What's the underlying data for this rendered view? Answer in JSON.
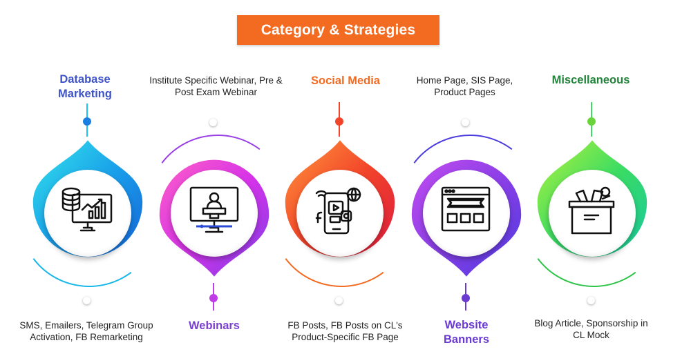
{
  "title": "Category  & Strategies",
  "categories": [
    {
      "heading": "Database Marketing",
      "description": "SMS, Emailers, Telegram Group Activation, FB Remarketing",
      "color": "#3d53c7",
      "icon": "database-analytics-icon"
    },
    {
      "heading": "Webinars",
      "description": "Institute Specific Webinar, Pre & Post Exam Webinar",
      "color": "#7b3fd1",
      "icon": "webinar-presenter-icon"
    },
    {
      "heading": "Social Media",
      "description": "FB Posts, FB Posts on CL's Product-Specific FB Page",
      "color": "#f26b21",
      "icon": "social-media-phone-icon"
    },
    {
      "heading": "Website Banners",
      "description": "Home Page, SIS Page, Product Pages",
      "color": "#6a3ad1",
      "icon": "website-banner-icon"
    },
    {
      "heading": "Miscellaneous",
      "description": "Blog Article, Sponsorship in CL Mock",
      "color": "#21843a",
      "icon": "box-items-icon"
    }
  ]
}
